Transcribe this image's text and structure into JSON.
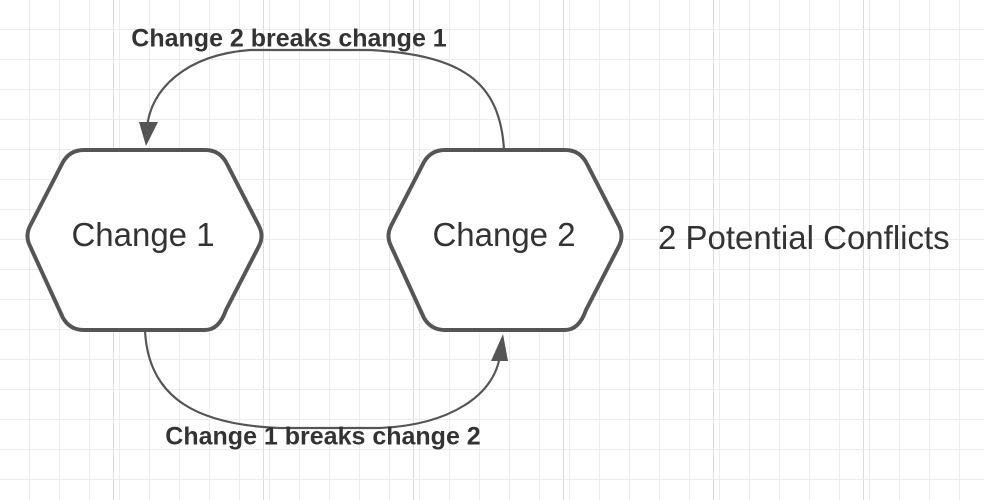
{
  "diagram": {
    "nodes": [
      {
        "id": "change-1",
        "label": "Change 1"
      },
      {
        "id": "change-2",
        "label": "Change 2"
      }
    ],
    "edges": [
      {
        "from": "change-2",
        "to": "change-1",
        "label": "Change 2 breaks change 1"
      },
      {
        "from": "change-1",
        "to": "change-2",
        "label": "Change 1 breaks change 2"
      }
    ],
    "annotation": "2 Potential Conflicts",
    "colors": {
      "stroke": "#555555",
      "text": "#333333",
      "grid": "#ececec"
    }
  }
}
